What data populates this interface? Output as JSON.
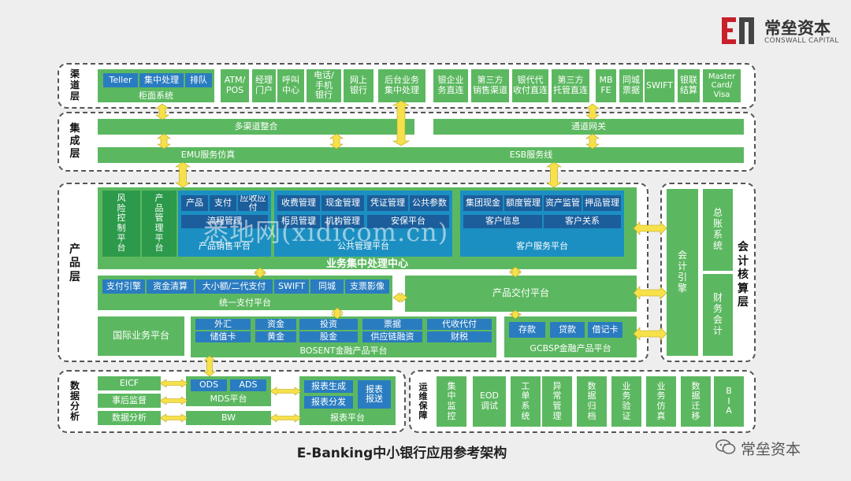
{
  "brand": {
    "name_cn": "常垒资本",
    "name_en": "CONSWALL CAPITAL",
    "wechat_footer": "常垒资本",
    "colors": {
      "logo_red": "#c8202b",
      "logo_gray": "#444444"
    }
  },
  "watermark": "悉地网(xidicom.cn)",
  "caption": "E-Banking中小银行应用参考架构",
  "colors": {
    "green": "#5cb860",
    "blue": "#2a7cc0",
    "cyan": "#1b8fc2",
    "arrow": "#f7e14a"
  },
  "layers": {
    "channel": "渠\n道\n层",
    "integration": "集\n成\n层",
    "product": "产\n品\n层",
    "data": "数\n据\n分\n析",
    "accounting": "会\n计\n核\n算\n层"
  },
  "channel": {
    "teller": "Teller",
    "centralized": "集中处理",
    "queue": "排队",
    "counter_system": "柜面系统",
    "items": [
      "ATM/\nPOS",
      "经理\n门户",
      "呼叫\n中心",
      "电话/\n手机\n银行",
      "网上\n银行",
      "后台业务\n集中处理",
      "银企业\n务直连",
      "第三方\n销售渠道",
      "银代代\n收付直连",
      "第三方\n托管直连",
      "MB\nFE",
      "同城\n票据",
      "SWIFT",
      "银联\n结算",
      "Master\nCard/\nVisa"
    ]
  },
  "integration": {
    "multichannel": "多渠道整合",
    "gateway": "通道网关",
    "emu": "EMU服务仿真",
    "esb": "ESB服务线"
  },
  "product": {
    "risk": "风\n险\n控\n制\n平\n台",
    "prod_mgmt": "产\n品\n管\n理\n平\n台",
    "sales_items": [
      "产品",
      "支付",
      "应收应付"
    ],
    "sales_process": "流程管理",
    "sales_platform": "产品销售平台",
    "public_items": [
      "收费管理",
      "现金管理",
      "凭证管理",
      "公共参数"
    ],
    "public_sub": [
      "柜员管理",
      "机构管理"
    ],
    "safety": "安保平台",
    "public_platform": "公共管理平台",
    "customer_items": [
      "集团现金",
      "额度管理",
      "资产监管",
      "押品管理"
    ],
    "customer_info": "客户信息",
    "customer_relation": "客户关系",
    "customer_platform": "客户服务平台",
    "center": "业务集中处理中心",
    "payment_items": [
      "支付引擎",
      "资金清算",
      "大小额/二代支付",
      "SWIFT",
      "同城",
      "支票影像"
    ],
    "payment_platform": "统一支付平台",
    "delivery": "产品交付平台",
    "intl": "国际业务平台",
    "bosent_items": [
      "外汇",
      "资金",
      "投资",
      "票据",
      "代收代付",
      "储值卡",
      "黄金",
      "股金",
      "供应链融资",
      "财税"
    ],
    "bosent": "BOSENT金融产品平台",
    "gcbsp_items": [
      "存款",
      "贷款",
      "借记卡"
    ],
    "gcbsp": "GCBSP金融产品平台"
  },
  "accounting": {
    "engine": "会\n计\n引\n擎",
    "ledger": "总\n账\n系\n统",
    "finance": "财\n务\n会\n计"
  },
  "data": {
    "eicf": "EICF",
    "supervision": "事后监督",
    "analysis": "数据分析",
    "ods": "ODS",
    "ads": "ADS",
    "mds": "MDS平台",
    "bw": "BW",
    "report_gen": "报表生成",
    "report_dist": "报表分发",
    "report_send": "报表\n报送",
    "report_platform": "报表平台"
  },
  "ops": {
    "label": "运\n维\n保\n障",
    "items": [
      "集\n中\n监\n控",
      "EOD\n调试",
      "工\n单\n系\n统",
      "异\n常\n管\n理",
      "数\n据\n归\n档",
      "业\n务\n验\n证",
      "业\n务\n仿\n真",
      "数\n据\n迁\n移",
      "B\nI\nA"
    ]
  }
}
